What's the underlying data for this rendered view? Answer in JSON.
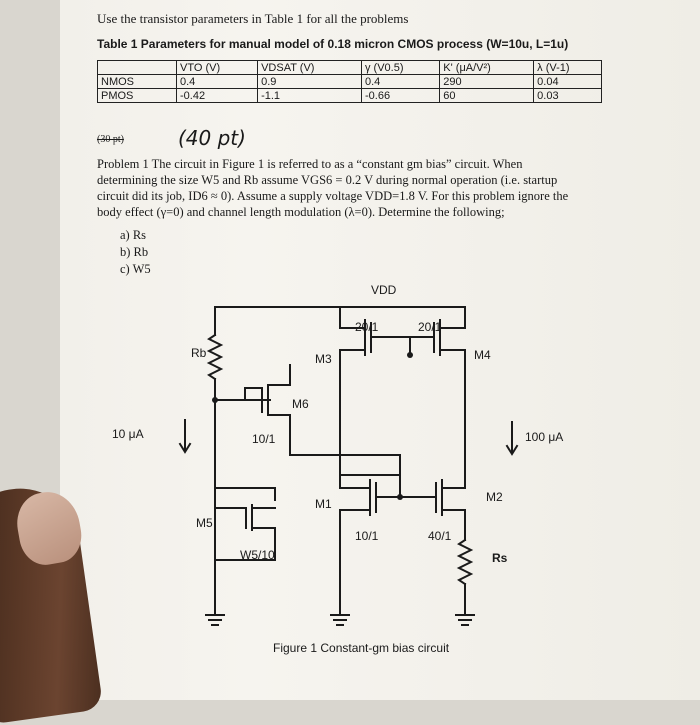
{
  "header": {
    "line1": "Use the transistor parameters in Table 1 for all the problems",
    "table_caption": "Table 1 Parameters for manual model of 0.18 micron CMOS process (W=10u, L=1u)"
  },
  "table": {
    "columns": [
      "",
      "VTO (V)",
      "VDSAT (V)",
      "γ (V0.5)",
      "K' (μA/V²)",
      "λ (V-1)"
    ],
    "rows": [
      [
        "NMOS",
        "0.4",
        "0.9",
        "0.4",
        "290",
        "0.04"
      ],
      [
        "PMOS",
        "-0.42",
        "-1.1",
        "-0.66",
        "60",
        "0.03"
      ]
    ]
  },
  "problem": {
    "points_small": "(30 pt)",
    "points_hand": "(40 pt)",
    "line1": "Problem 1 The circuit in Figure 1 is referred to as a “constant gm bias” circuit. When",
    "line2": "determining the size W5 and Rb assume VGS6 = 0.2 V during normal operation (i.e. startup",
    "line3": "circuit did its job, ID6 ≈ 0). Assume a supply voltage VDD=1.8 V. For this problem ignore the",
    "line4": "body effect (γ=0) and channel length modulation (λ=0). Determine the following;",
    "items": [
      "a)  Rs",
      "b)  Rb",
      "c)  W5"
    ]
  },
  "figure": {
    "vdd": "VDD",
    "m3_size": "20/1",
    "m4_size": "20/1",
    "rb": "Rb",
    "m3": "M3",
    "m4": "M4",
    "m6": "M6",
    "m6_size": "10/1",
    "i_left": "10 μA",
    "i_right": "100 μA",
    "m1": "M1",
    "m2": "M2",
    "m5": "M5",
    "m1_size": "10/1",
    "m2_size": "40/1",
    "m5_size": "W5/10",
    "rs": "Rs",
    "caption": "Figure 1 Constant-gm bias circuit"
  }
}
